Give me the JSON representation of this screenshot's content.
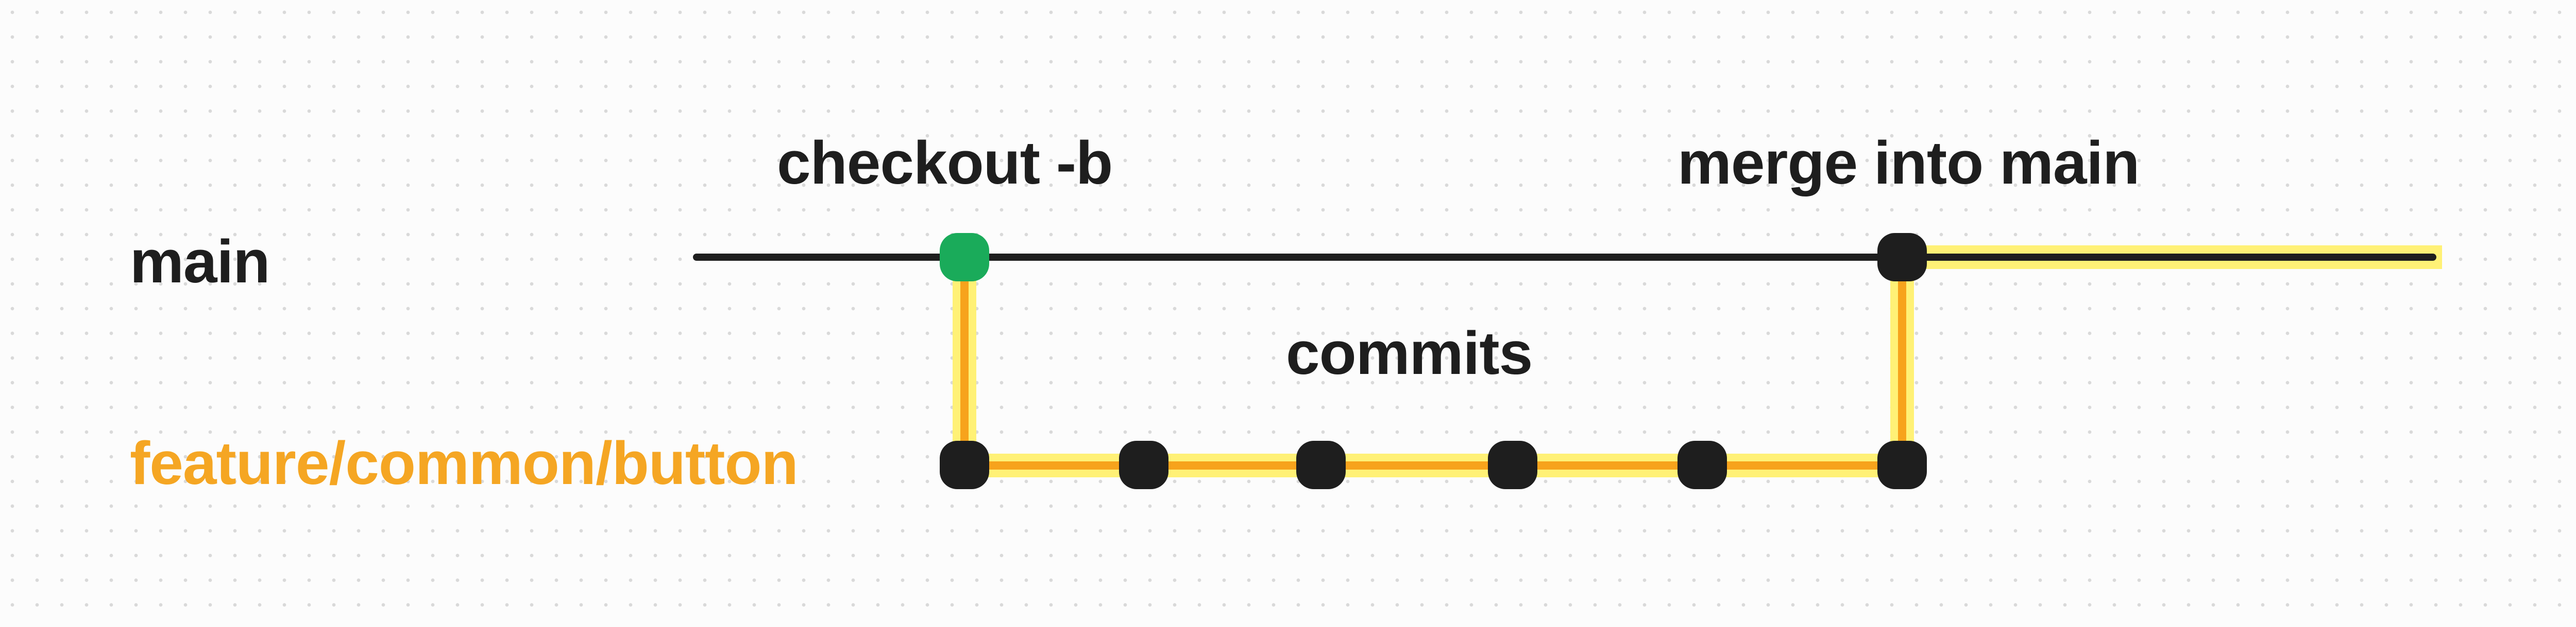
{
  "branches": {
    "main": {
      "label": "main",
      "color": "#1e1e1e"
    },
    "feature": {
      "label": "feature/common/button",
      "color": "#f5a623"
    }
  },
  "annotations": {
    "checkout": "checkout -b",
    "merge": "merge into main",
    "commits": "commits"
  },
  "colors": {
    "line": "#1e1e1e",
    "highlight_outer": "#fff176",
    "highlight_inner": "#f7a31c",
    "branch_point": "#1aab5a",
    "commit_node": "#1e1e1e",
    "background_dot": "#d9d9d9"
  },
  "feature_commit_count": 6
}
